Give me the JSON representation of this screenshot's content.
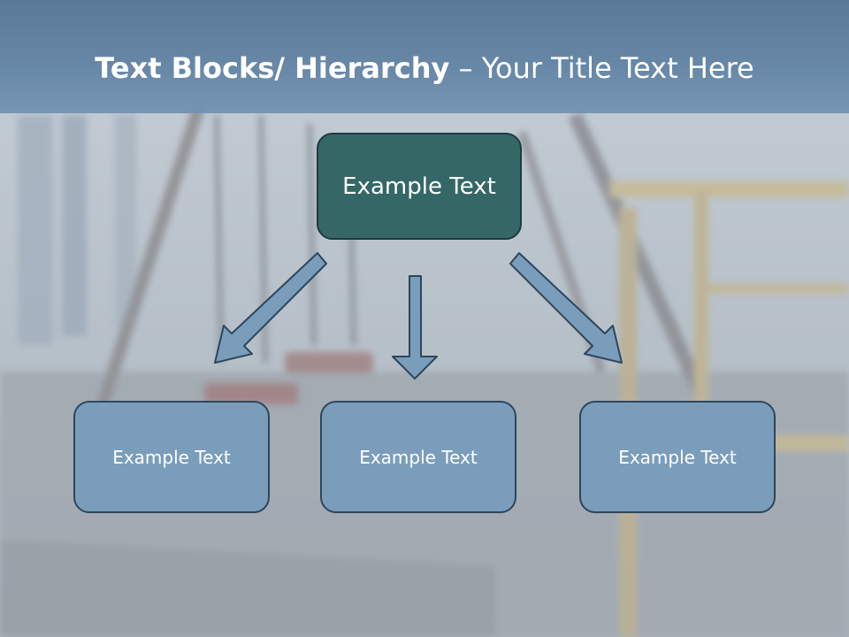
{
  "slide": {
    "title_bold": "Text Blocks/ Hierarchy",
    "title_rest": " – Your Title Text Here"
  },
  "hierarchy": {
    "root": {
      "label": "Example Text"
    },
    "children": [
      {
        "label": "Example Text"
      },
      {
        "label": "Example Text"
      },
      {
        "label": "Example Text"
      }
    ]
  },
  "colors": {
    "title_band": "#6888a8",
    "root_fill": "#356767",
    "child_fill": "#7a9dbb",
    "arrow_fill": "#7a9dbb"
  }
}
